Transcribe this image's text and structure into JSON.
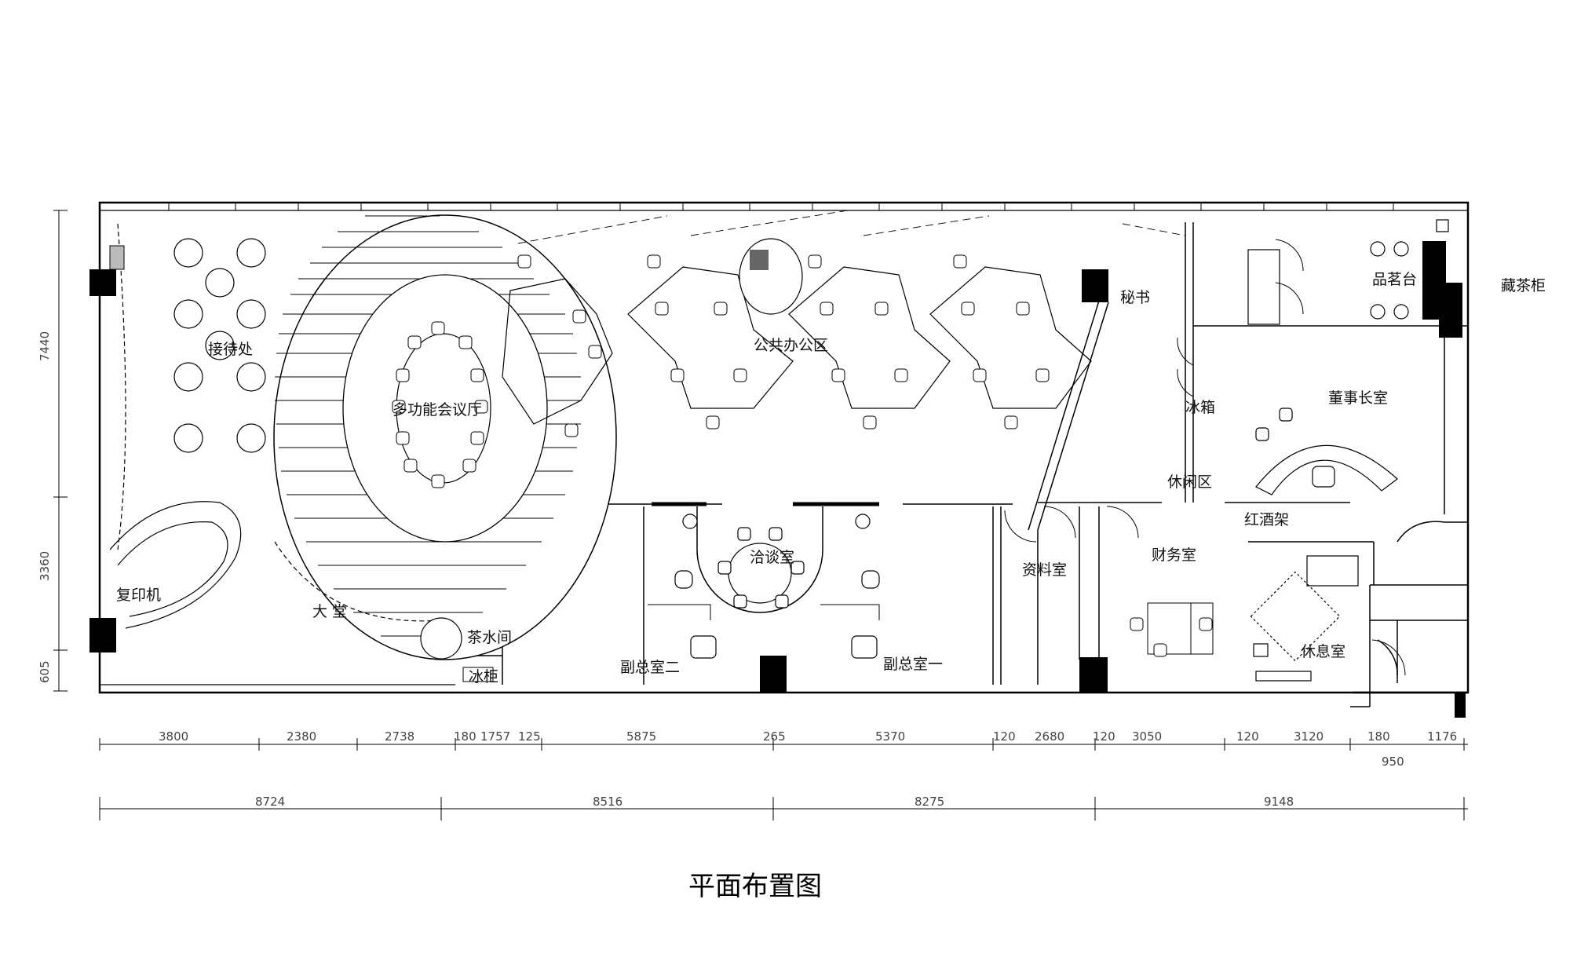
{
  "drawing": {
    "title": "平面布置图",
    "rooms": {
      "reception": "接待处",
      "multifunction": "多功能会议厅",
      "public_office": "公共办公区",
      "secretary": "秘书",
      "tea_display": "品茗台",
      "tea_cabinet": "藏茶柜",
      "fridge": "冰箱",
      "chairman": "董事长室",
      "leisure": "休闲区",
      "wine_rack": "红酒架",
      "negotiation": "洽谈室",
      "copier": "复印机",
      "lobby": "大 堂",
      "pantry": "茶水间",
      "freezer": "冰柜",
      "vp2": "副总室二",
      "vp1": "副总室一",
      "archive": "资料室",
      "finance": "财务室",
      "lounge": "休息室"
    },
    "dims_left": [
      "7440",
      "3360",
      "605"
    ],
    "dims_row1": [
      "3800",
      "2380",
      "2738",
      "180",
      "1757",
      "125",
      "5875",
      "265",
      "5370",
      "120",
      "2680",
      "120",
      "3050",
      "120",
      "3120",
      "180",
      "1176",
      "950"
    ],
    "dims_row2": [
      "8724",
      "8516",
      "8275",
      "9148"
    ]
  }
}
